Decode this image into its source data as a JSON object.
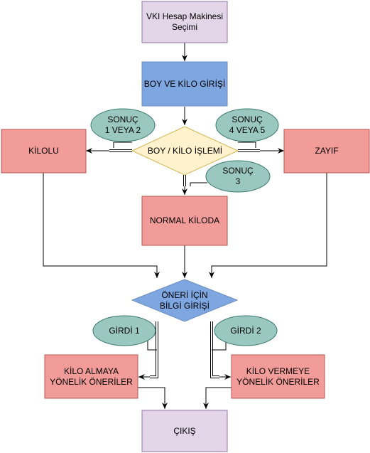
{
  "nodes": {
    "start": "VKI Hesap Makinesi\nSeçimi",
    "input": "BOY VE KİLO GİRİŞİ",
    "process": "BOY / KİLO İŞLEMİ",
    "overweight": "KİLOLU",
    "underweight": "ZAYIF",
    "normal": "NORMAL KİLODA",
    "advice_input": "ÖNERİ İÇİN\nBİLGİ GİRİŞİ",
    "gain_advice": "KİLO ALMAYA\nYÖNELİK ÖNERİLER",
    "lose_advice": "KİLO VERMEYE\nYÖNELİK ÖNERİLER",
    "exit": "ÇIKIŞ"
  },
  "edge_labels": {
    "result_1_2": "SONUÇ\n  1 VEYA 2",
    "result_4_5": "SONUÇ\n  4 VEYA 5",
    "result_3": "SONUÇ\n3",
    "input_1": "GİRDİ 1",
    "input_2": "GİRDİ 2"
  },
  "colors": {
    "purple_fill": "#e1d5e7",
    "purple_stroke": "#9673a6",
    "blue_fill": "#7ea6e0",
    "blue_stroke": "#6c8ebf",
    "yellow_fill": "#fff2cc",
    "yellow_stroke": "#d6b656",
    "red_fill": "#f19c99",
    "red_stroke": "#b85450",
    "green_fill": "#9ac7bf",
    "green_stroke": "#3a7a6e"
  }
}
